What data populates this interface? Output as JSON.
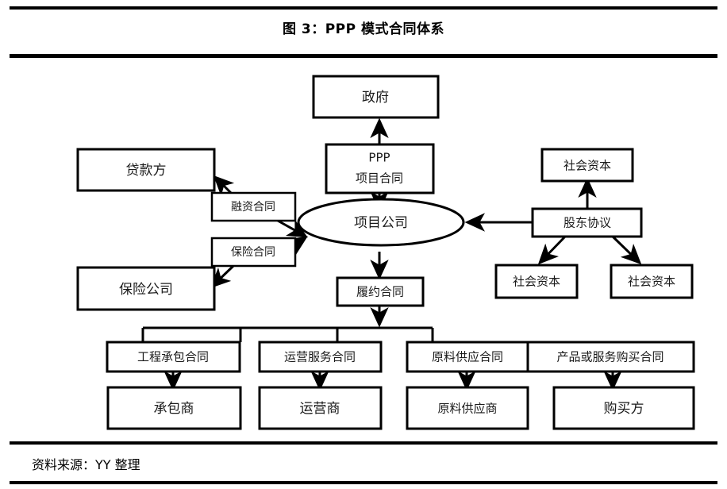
{
  "figure": {
    "title": "图 3：PPP 模式合同体系",
    "source_note": "资料来源：YY 整理"
  },
  "diagram": {
    "type": "flowchart",
    "nodes": {
      "government": "政府",
      "ppp_project_contract_line1": "PPP",
      "ppp_project_contract_line2": "项目合同",
      "lender": "贷款方",
      "financing_contract": "融资合同",
      "insurance_contract": "保险合同",
      "insurance_company": "保险公司",
      "project_company": "项目公司",
      "social_capital_top": "社会资本",
      "shareholder_agreement": "股东协议",
      "social_capital_left": "社会资本",
      "social_capital_right": "社会资本",
      "performance_contract": "履约合同",
      "engineering_contract": "工程承包合同",
      "operation_service_contract": "运营服务合同",
      "material_supply_contract": "原料供应合同",
      "product_service_purchase_contract": "产品或服务购买合同",
      "contractor": "承包商",
      "operator": "运营商",
      "material_supplier": "原料供应商",
      "buyer": "购买方"
    },
    "edges": [
      {
        "from": "ppp_project_contract",
        "to": "government",
        "direction": "up"
      },
      {
        "from": "ppp_project_contract",
        "to": "project_company",
        "direction": "down"
      },
      {
        "from": "financing_contract",
        "to": "lender",
        "direction": "up-left"
      },
      {
        "from": "financing_contract",
        "to": "project_company",
        "direction": "down-right"
      },
      {
        "from": "insurance_contract",
        "to": "project_company",
        "direction": "up-right"
      },
      {
        "from": "insurance_contract",
        "to": "insurance_company",
        "direction": "down-left"
      },
      {
        "from": "shareholder_agreement",
        "to": "project_company",
        "direction": "left"
      },
      {
        "from": "shareholder_agreement",
        "to": "social_capital_top",
        "direction": "up"
      },
      {
        "from": "shareholder_agreement",
        "to": "social_capital_left",
        "direction": "down-left"
      },
      {
        "from": "shareholder_agreement",
        "to": "social_capital_right",
        "direction": "down-right"
      },
      {
        "from": "project_company",
        "to": "performance_contract",
        "direction": "down"
      },
      {
        "from": "performance_contract",
        "to": "contract_bus",
        "direction": "down"
      },
      {
        "from": "engineering_contract",
        "to": "contractor",
        "direction": "down"
      },
      {
        "from": "operation_service_contract",
        "to": "operator",
        "direction": "down"
      },
      {
        "from": "material_supply_contract",
        "to": "material_supplier",
        "direction": "down"
      },
      {
        "from": "product_service_purchase_contract",
        "to": "buyer",
        "direction": "down"
      }
    ]
  },
  "colors": {
    "line": "#000000",
    "box_fill": "#ffffff",
    "text": "#1a1a1a",
    "page_bg": "#ffffff"
  }
}
